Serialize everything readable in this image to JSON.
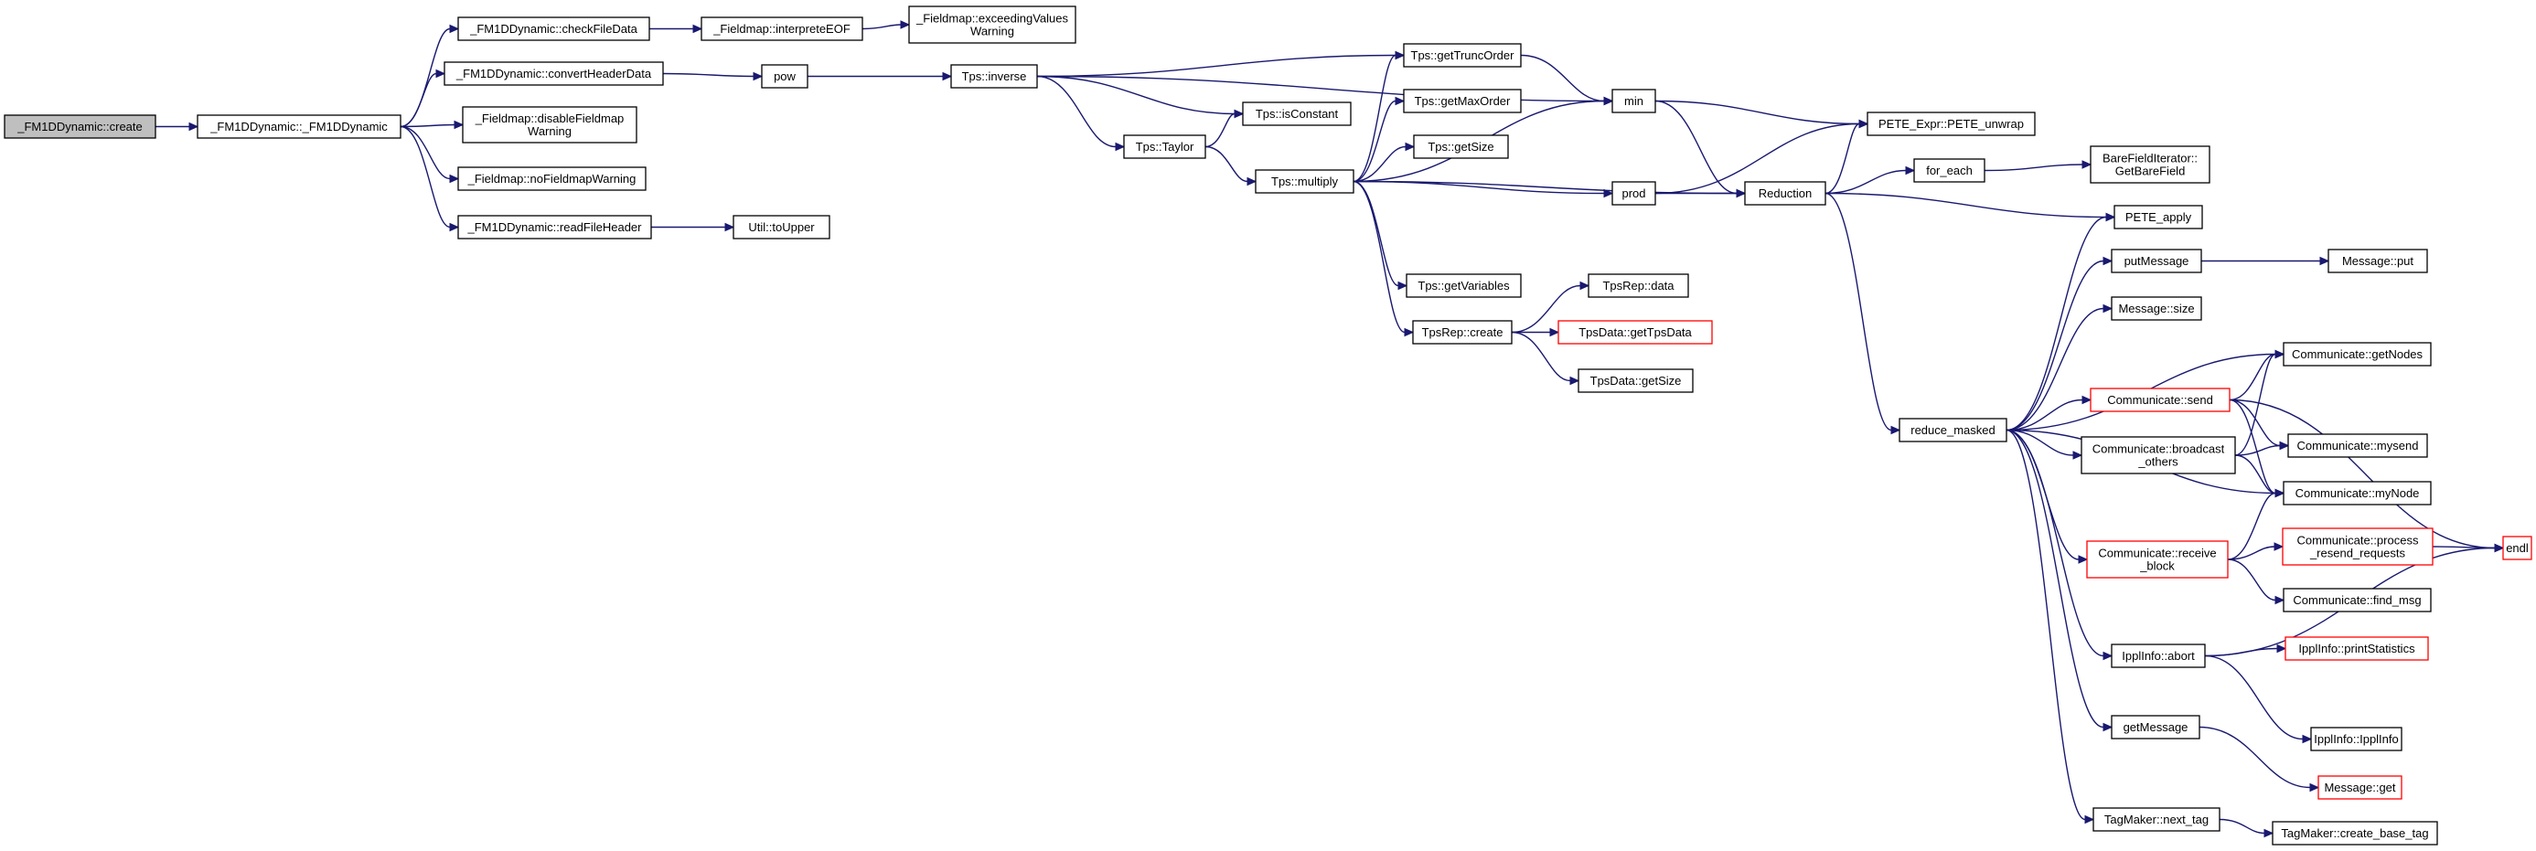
{
  "colors": {
    "edge": "#191970",
    "box_stroke": "#000000",
    "box_stroke_truncated": "#ff0000",
    "box_fill": "#ffffff",
    "root_fill": "#bfbfbf"
  },
  "nodes": [
    {
      "id": "n1",
      "lines": [
        "_FM1DDynamic::create"
      ],
      "root": true
    },
    {
      "id": "n2",
      "lines": [
        "_FM1DDynamic::_FM1DDynamic"
      ]
    },
    {
      "id": "n3",
      "lines": [
        "_FM1DDynamic::checkFileData"
      ]
    },
    {
      "id": "n4",
      "lines": [
        "_FM1DDynamic::convertHeaderData"
      ]
    },
    {
      "id": "n5",
      "lines": [
        "_Fieldmap::disableFieldmap",
        "Warning"
      ]
    },
    {
      "id": "n6",
      "lines": [
        "_Fieldmap::noFieldmapWarning"
      ]
    },
    {
      "id": "n7",
      "lines": [
        "_FM1DDynamic::readFileHeader"
      ]
    },
    {
      "id": "n8",
      "lines": [
        "_Fieldmap::interpreteEOF"
      ]
    },
    {
      "id": "n9",
      "lines": [
        "_Fieldmap::exceedingValues",
        "Warning"
      ]
    },
    {
      "id": "n10",
      "lines": [
        "pow"
      ]
    },
    {
      "id": "n11",
      "lines": [
        "Util::toUpper"
      ]
    },
    {
      "id": "n12",
      "lines": [
        "Tps::inverse"
      ]
    },
    {
      "id": "n13",
      "lines": [
        "Tps::isConstant"
      ]
    },
    {
      "id": "n14",
      "lines": [
        "Tps::Taylor"
      ]
    },
    {
      "id": "n15",
      "lines": [
        "Tps::multiply"
      ]
    },
    {
      "id": "n16",
      "lines": [
        "Tps::getTruncOrder"
      ]
    },
    {
      "id": "n17",
      "lines": [
        "Tps::getMaxOrder"
      ]
    },
    {
      "id": "n18",
      "lines": [
        "Tps::getSize"
      ]
    },
    {
      "id": "n19",
      "lines": [
        "Tps::getVariables"
      ]
    },
    {
      "id": "n20",
      "lines": [
        "TpsRep::create"
      ]
    },
    {
      "id": "n21",
      "lines": [
        "TpsRep::data"
      ]
    },
    {
      "id": "n22",
      "lines": [
        "TpsData::getTpsData"
      ],
      "truncated": true
    },
    {
      "id": "n23",
      "lines": [
        "TpsData::getSize"
      ]
    },
    {
      "id": "n24",
      "lines": [
        "min"
      ]
    },
    {
      "id": "n25",
      "lines": [
        "prod"
      ]
    },
    {
      "id": "n26",
      "lines": [
        "PETE_Expr::PETE_unwrap"
      ]
    },
    {
      "id": "n27",
      "lines": [
        "Reduction"
      ]
    },
    {
      "id": "n28",
      "lines": [
        "for_each"
      ]
    },
    {
      "id": "n29",
      "lines": [
        "BareFieldIterator::",
        "GetBareField"
      ]
    },
    {
      "id": "n30",
      "lines": [
        "PETE_apply"
      ]
    },
    {
      "id": "n31",
      "lines": [
        "reduce_masked"
      ]
    },
    {
      "id": "n32",
      "lines": [
        "putMessage"
      ]
    },
    {
      "id": "n33",
      "lines": [
        "Message::put"
      ]
    },
    {
      "id": "n34",
      "lines": [
        "Message::size"
      ]
    },
    {
      "id": "n35",
      "lines": [
        "Communicate::send"
      ],
      "truncated": true
    },
    {
      "id": "n36",
      "lines": [
        "Communicate::getNodes"
      ]
    },
    {
      "id": "n37",
      "lines": [
        "Communicate::broadcast",
        "_others"
      ]
    },
    {
      "id": "n38",
      "lines": [
        "Communicate::mysend"
      ]
    },
    {
      "id": "n39",
      "lines": [
        "Communicate::myNode"
      ]
    },
    {
      "id": "n40",
      "lines": [
        "Communicate::receive",
        "_block"
      ],
      "truncated": true
    },
    {
      "id": "n41",
      "lines": [
        "Communicate::process",
        "_resend_requests"
      ],
      "truncated": true
    },
    {
      "id": "n42",
      "lines": [
        "endl"
      ],
      "truncated": true
    },
    {
      "id": "n43",
      "lines": [
        "Communicate::find_msg"
      ]
    },
    {
      "id": "n44",
      "lines": [
        "IpplInfo::abort"
      ]
    },
    {
      "id": "n45",
      "lines": [
        "IpplInfo::printStatistics"
      ],
      "truncated": true
    },
    {
      "id": "n46",
      "lines": [
        "IpplInfo::IpplInfo"
      ]
    },
    {
      "id": "n47",
      "lines": [
        "getMessage"
      ]
    },
    {
      "id": "n48",
      "lines": [
        "Message::get"
      ],
      "truncated": true
    },
    {
      "id": "n49",
      "lines": [
        "TagMaker::next_tag"
      ]
    },
    {
      "id": "n50",
      "lines": [
        "TagMaker::create_base_tag"
      ]
    }
  ],
  "edges": [
    [
      "n1",
      "n2"
    ],
    [
      "n2",
      "n3"
    ],
    [
      "n2",
      "n4"
    ],
    [
      "n2",
      "n5"
    ],
    [
      "n2",
      "n6"
    ],
    [
      "n2",
      "n7"
    ],
    [
      "n3",
      "n8"
    ],
    [
      "n8",
      "n9"
    ],
    [
      "n4",
      "n10"
    ],
    [
      "n7",
      "n11"
    ],
    [
      "n10",
      "n12"
    ],
    [
      "n12",
      "n24"
    ],
    [
      "n12",
      "n16"
    ],
    [
      "n12",
      "n13"
    ],
    [
      "n12",
      "n14"
    ],
    [
      "n14",
      "n13"
    ],
    [
      "n14",
      "n15"
    ],
    [
      "n15",
      "n16"
    ],
    [
      "n15",
      "n17"
    ],
    [
      "n15",
      "n18"
    ],
    [
      "n15",
      "n24"
    ],
    [
      "n15",
      "n25"
    ],
    [
      "n15",
      "n27"
    ],
    [
      "n15",
      "n19"
    ],
    [
      "n15",
      "n20"
    ],
    [
      "n16",
      "n24"
    ],
    [
      "n20",
      "n21"
    ],
    [
      "n20",
      "n22"
    ],
    [
      "n20",
      "n23"
    ],
    [
      "n24",
      "n26"
    ],
    [
      "n24",
      "n27"
    ],
    [
      "n25",
      "n26"
    ],
    [
      "n25",
      "n27"
    ],
    [
      "n27",
      "n26"
    ],
    [
      "n27",
      "n28"
    ],
    [
      "n27",
      "n30"
    ],
    [
      "n27",
      "n31"
    ],
    [
      "n28",
      "n29"
    ],
    [
      "n31",
      "n30"
    ],
    [
      "n31",
      "n32"
    ],
    [
      "n31",
      "n34"
    ],
    [
      "n31",
      "n36"
    ],
    [
      "n31",
      "n35"
    ],
    [
      "n31",
      "n37"
    ],
    [
      "n31",
      "n39"
    ],
    [
      "n31",
      "n40"
    ],
    [
      "n31",
      "n44"
    ],
    [
      "n31",
      "n47"
    ],
    [
      "n31",
      "n49"
    ],
    [
      "n32",
      "n33"
    ],
    [
      "n35",
      "n36"
    ],
    [
      "n35",
      "n38"
    ],
    [
      "n35",
      "n39"
    ],
    [
      "n35",
      "n42"
    ],
    [
      "n37",
      "n36"
    ],
    [
      "n37",
      "n38"
    ],
    [
      "n37",
      "n39"
    ],
    [
      "n40",
      "n39"
    ],
    [
      "n40",
      "n41"
    ],
    [
      "n40",
      "n43"
    ],
    [
      "n41",
      "n42"
    ],
    [
      "n44",
      "n45"
    ],
    [
      "n44",
      "n46"
    ],
    [
      "n44",
      "n42"
    ],
    [
      "n47",
      "n48"
    ],
    [
      "n49",
      "n50"
    ]
  ]
}
